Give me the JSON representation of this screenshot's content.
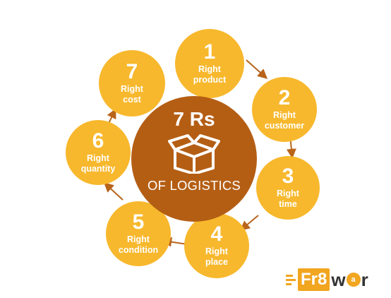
{
  "center": {
    "title": "7 Rs",
    "subtitle": "OF LOGISTICS",
    "icon": "box-icon"
  },
  "steps": [
    {
      "number": "1",
      "line1": "Right",
      "line2": "product"
    },
    {
      "number": "2",
      "line1": "Right",
      "line2": "customer"
    },
    {
      "number": "3",
      "line1": "Right",
      "line2": "time"
    },
    {
      "number": "4",
      "line1": "Right",
      "line2": "place"
    },
    {
      "number": "5",
      "line1": "Right",
      "line2": "condition"
    },
    {
      "number": "6",
      "line1": "Right",
      "line2": "quantity"
    },
    {
      "number": "7",
      "line1": "Right",
      "line2": "cost"
    }
  ],
  "logo": {
    "part1": "Fr8",
    "part2_pre": "w",
    "part2_a": "a",
    "part2_post": "r",
    "icon": "fr8war-logo-icon"
  },
  "colors": {
    "node": "#f7b82d",
    "center": "#b45e14",
    "arrow": "#b8641b",
    "text": "#ffffff"
  }
}
